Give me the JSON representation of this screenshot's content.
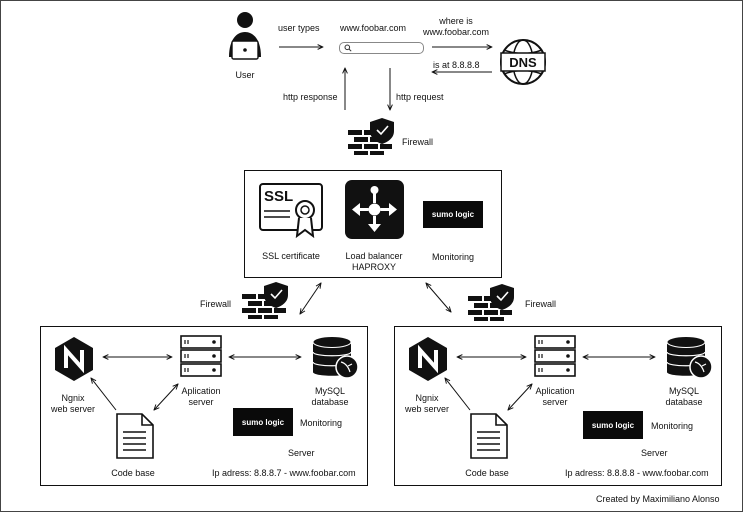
{
  "user": {
    "label": "User"
  },
  "top": {
    "user_types": "user types",
    "domain": "www.foobar.com",
    "where_is": [
      "where is",
      "www.foobar.com"
    ],
    "is_at": "is at 8.8.8.8",
    "dns_logo": "DNS",
    "http_response": "http response",
    "http_request": "http request",
    "firewall": "Firewall"
  },
  "lb_box": {
    "ssl_logo": "SSL",
    "ssl_label": "SSL certificate",
    "lb_label": [
      "Load balancer",
      "HAPROXY"
    ],
    "monitoring_logo": "sumo logic",
    "monitoring_label": "Monitoring"
  },
  "mid": {
    "firewall_left": "Firewall",
    "firewall_right": "Firewall"
  },
  "servers": [
    {
      "nginx_label": [
        "Ngnix",
        "web server"
      ],
      "app_label": [
        "Aplication",
        "server"
      ],
      "mysql_label": [
        "MySQL",
        "database"
      ],
      "code_label": "Code base",
      "monitoring_logo": "sumo logic",
      "monitoring_label": "Monitoring",
      "server_label": "Server",
      "ip": "Ip adress: 8.8.8.7 - www.foobar.com"
    },
    {
      "nginx_label": [
        "Ngnix",
        "web server"
      ],
      "app_label": [
        "Aplication",
        "server"
      ],
      "mysql_label": [
        "MySQL",
        "database"
      ],
      "code_label": "Code base",
      "monitoring_logo": "sumo logic",
      "monitoring_label": "Monitoring",
      "server_label": "Server",
      "ip": "Ip adress: 8.8.8.8 - www.foobar.com"
    }
  ],
  "credit": "Created by Maximiliano Alonso"
}
